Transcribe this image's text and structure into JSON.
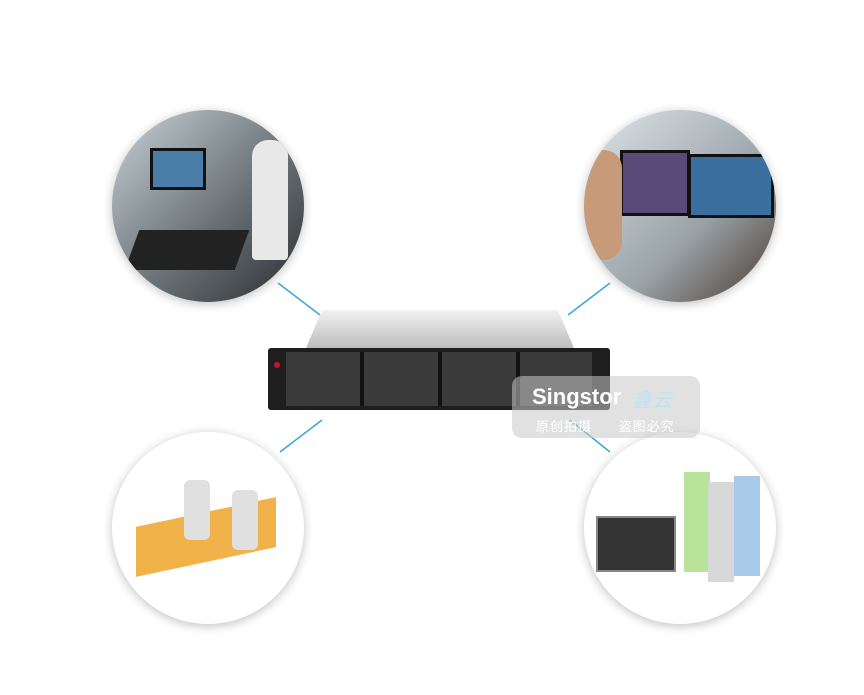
{
  "watermark": {
    "brand": "Singstor",
    "brand_cn": "鑫云",
    "subtitle": "原创拍摄 盗图必究"
  },
  "colors": {
    "connector": "#3aa7d8",
    "server_bezel": "#1e1e1e",
    "accent": "#c8102e"
  }
}
